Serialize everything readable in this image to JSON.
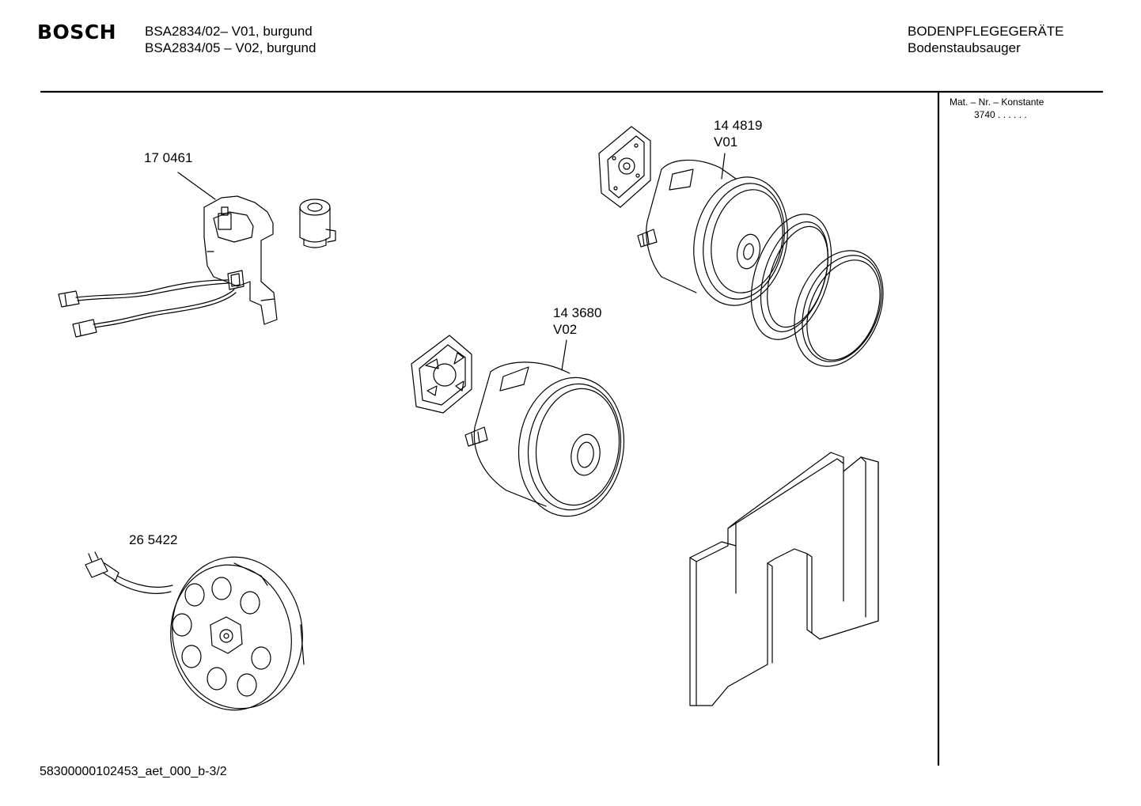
{
  "header": {
    "brand": "BOSCH",
    "models": [
      "BSA2834/02– V01, burgund",
      "BSA2834/05 – V02, burgund"
    ],
    "category": "BODENPFLEGEGERÄTE",
    "subcategory": "Bodenstaubsauger"
  },
  "sidebar": {
    "label": "Mat. – Nr. – Konstante",
    "value": "3740  .  .   .  .  .  ."
  },
  "parts": [
    {
      "number": "17 0461",
      "variant": ""
    },
    {
      "number": "14 4819",
      "variant": "V01"
    },
    {
      "number": "14 3680",
      "variant": "V02"
    },
    {
      "number": "26 5422",
      "variant": ""
    }
  ],
  "footer": {
    "document_id": "58300000102453_aet_000_b-3/2"
  }
}
